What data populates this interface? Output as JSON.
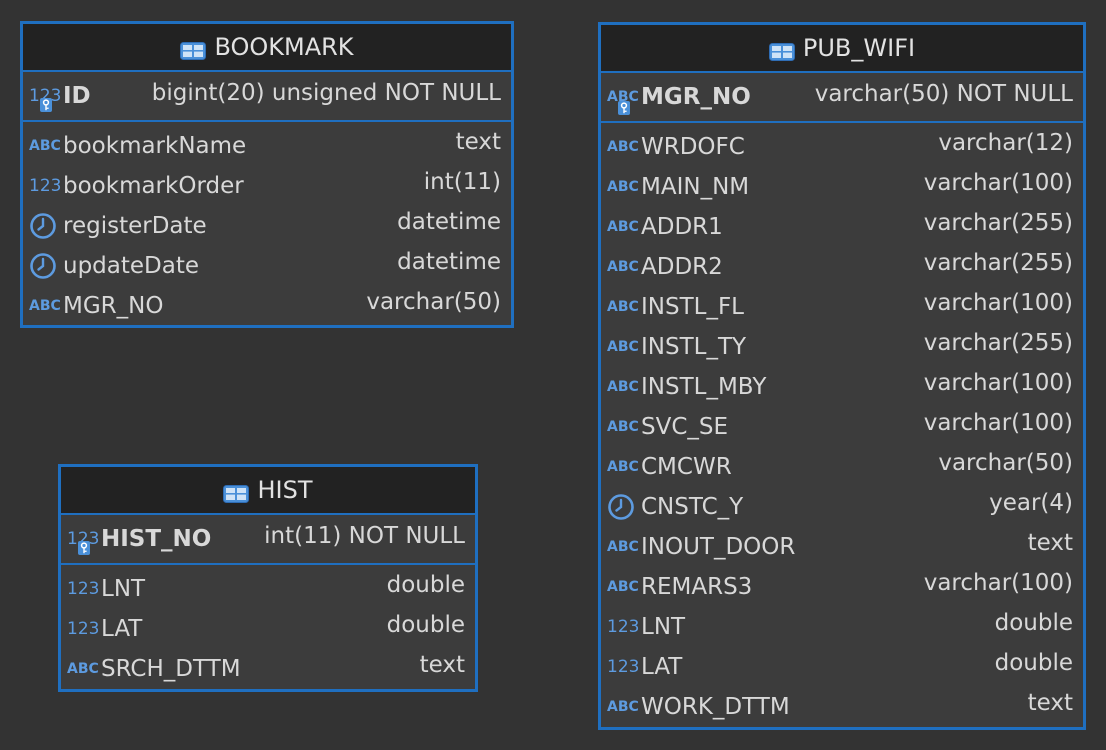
{
  "colors": {
    "border": "#1f6fc0",
    "header_bg": "#222222",
    "body_bg": "#3c3c3c",
    "icon": "#5d9be0",
    "text": "#d8d8d8"
  },
  "tables": {
    "bookmark": {
      "title": "BOOKMARK",
      "pk": {
        "icon": "123",
        "name": "ID",
        "type": "bigint(20) unsigned NOT NULL"
      },
      "columns": [
        {
          "icon": "ABC",
          "name": "bookmarkName",
          "type": "text"
        },
        {
          "icon": "123",
          "name": "bookmarkOrder",
          "type": "int(11)"
        },
        {
          "icon": "clock",
          "name": "registerDate",
          "type": "datetime"
        },
        {
          "icon": "clock",
          "name": "updateDate",
          "type": "datetime"
        },
        {
          "icon": "ABC",
          "name": "MGR_NO",
          "type": "varchar(50)"
        }
      ]
    },
    "hist": {
      "title": "HIST",
      "pk": {
        "icon": "123",
        "name": "HIST_NO",
        "type": "int(11) NOT NULL"
      },
      "columns": [
        {
          "icon": "123",
          "name": "LNT",
          "type": "double"
        },
        {
          "icon": "123",
          "name": "LAT",
          "type": "double"
        },
        {
          "icon": "ABC",
          "name": "SRCH_DTTM",
          "type": "text"
        }
      ]
    },
    "pub_wifi": {
      "title": "PUB_WIFI",
      "pk": {
        "icon": "ABC",
        "name": "MGR_NO",
        "type": "varchar(50) NOT NULL"
      },
      "columns": [
        {
          "icon": "ABC",
          "name": "WRDOFC",
          "type": "varchar(12)"
        },
        {
          "icon": "ABC",
          "name": "MAIN_NM",
          "type": "varchar(100)"
        },
        {
          "icon": "ABC",
          "name": "ADDR1",
          "type": "varchar(255)"
        },
        {
          "icon": "ABC",
          "name": "ADDR2",
          "type": "varchar(255)"
        },
        {
          "icon": "ABC",
          "name": "INSTL_FL",
          "type": "varchar(100)"
        },
        {
          "icon": "ABC",
          "name": "INSTL_TY",
          "type": "varchar(255)"
        },
        {
          "icon": "ABC",
          "name": "INSTL_MBY",
          "type": "varchar(100)"
        },
        {
          "icon": "ABC",
          "name": "SVC_SE",
          "type": "varchar(100)"
        },
        {
          "icon": "ABC",
          "name": "CMCWR",
          "type": "varchar(50)"
        },
        {
          "icon": "clock",
          "name": "CNSTC_Y",
          "type": "year(4)"
        },
        {
          "icon": "ABC",
          "name": "INOUT_DOOR",
          "type": "text"
        },
        {
          "icon": "ABC",
          "name": "REMARS3",
          "type": "varchar(100)"
        },
        {
          "icon": "123",
          "name": "LNT",
          "type": "double"
        },
        {
          "icon": "123",
          "name": "LAT",
          "type": "double"
        },
        {
          "icon": "ABC",
          "name": "WORK_DTTM",
          "type": "text"
        }
      ]
    }
  }
}
